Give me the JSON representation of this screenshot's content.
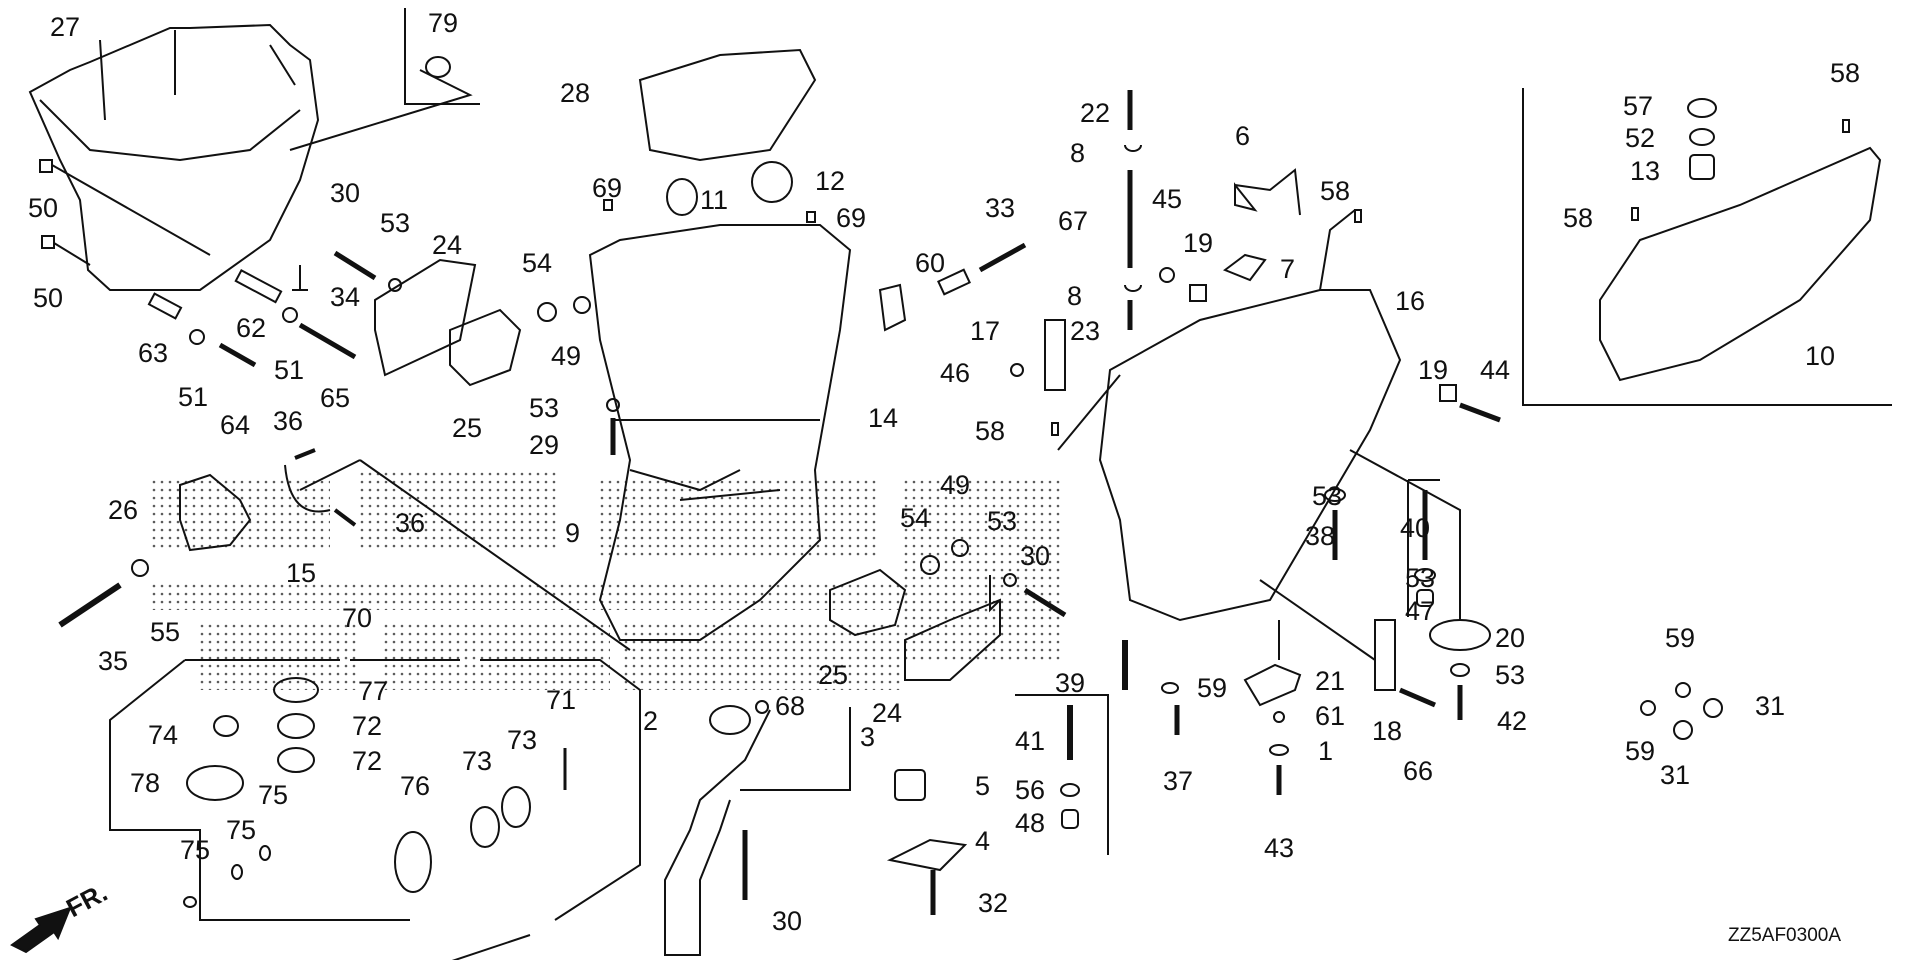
{
  "diagram": {
    "title": "Outboard extension case / lower mount exploded parts view",
    "drawing_code": "ZZ5AF0300A",
    "front_indicator": "FR.",
    "groups": {
      "kit_70": "70",
      "kit_3": "3"
    },
    "labels": {
      "l27": "27",
      "l79": "79",
      "l50a": "50",
      "l50b": "50",
      "l30a": "30",
      "l53a": "53",
      "l24a": "24",
      "l34": "34",
      "l63": "63",
      "l62": "62",
      "l51a": "51",
      "l51b": "51",
      "l64": "64",
      "l65": "65",
      "l36a": "36",
      "l36b": "36",
      "l26": "26",
      "l15": "15",
      "l35": "35",
      "l55": "55",
      "l70": "70",
      "l77": "77",
      "l74": "74",
      "l72a": "72",
      "l72b": "72",
      "l78": "78",
      "l71": "71",
      "l73a": "73",
      "l73b": "73",
      "l75a": "75",
      "l75b": "75",
      "l75c": "75",
      "l76": "76",
      "l28": "28",
      "l69a": "69",
      "l11": "11",
      "l12": "12",
      "l69b": "69",
      "l54a": "54",
      "l49a": "49",
      "l25a": "25",
      "l53b": "53",
      "l29": "29",
      "l14": "14",
      "l60": "60",
      "l33": "33",
      "l9": "9",
      "l54b": "54",
      "l49b": "49",
      "l53c": "53",
      "l30b": "30",
      "l25b": "25",
      "l24b": "24",
      "l2": "2",
      "l68": "68",
      "l3": "3",
      "l30c": "30",
      "l5": "5",
      "l4": "4",
      "l32": "32",
      "l41": "41",
      "l56": "56",
      "l48": "48",
      "l22": "22",
      "l8a": "8",
      "l67": "67",
      "l45": "45",
      "l6": "6",
      "l19a": "19",
      "l7": "7",
      "l8b": "8",
      "l58a": "58",
      "l16": "16",
      "l17": "17",
      "l23": "23",
      "l46": "46",
      "l58b": "58",
      "l19b": "19",
      "l44": "44",
      "l53d": "53",
      "l38": "38",
      "l40": "40",
      "l53e": "53",
      "l47": "47",
      "l39": "39",
      "l59a": "59",
      "l37": "37",
      "l21": "21",
      "l61": "61",
      "l1": "1",
      "l43": "43",
      "l18": "18",
      "l66": "66",
      "l20": "20",
      "l53f": "53",
      "l42": "42",
      "l57": "57",
      "l52": "52",
      "l13": "13",
      "l58c": "58",
      "l58d": "58",
      "l10": "10",
      "l59b": "59",
      "l59c": "59",
      "l31a": "31",
      "l31b": "31"
    }
  }
}
